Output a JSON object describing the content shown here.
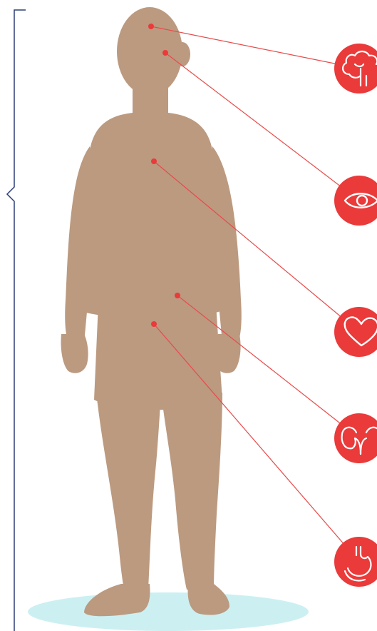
{
  "colors": {
    "silhouette": "#bb9a80",
    "floor_shadow": "#ccf0f2",
    "accent_red": "#ea3a3a",
    "leader_line": "#e84a4a",
    "bracket": "#2c3e78",
    "icon_stroke": "#ffffff"
  },
  "organs": [
    {
      "name": "brain",
      "icon": "brain-icon"
    },
    {
      "name": "eye",
      "icon": "eye-icon"
    },
    {
      "name": "heart",
      "icon": "heart-icon"
    },
    {
      "name": "kidneys",
      "icon": "kidneys-icon"
    },
    {
      "name": "stomach",
      "icon": "stomach-icon"
    }
  ]
}
